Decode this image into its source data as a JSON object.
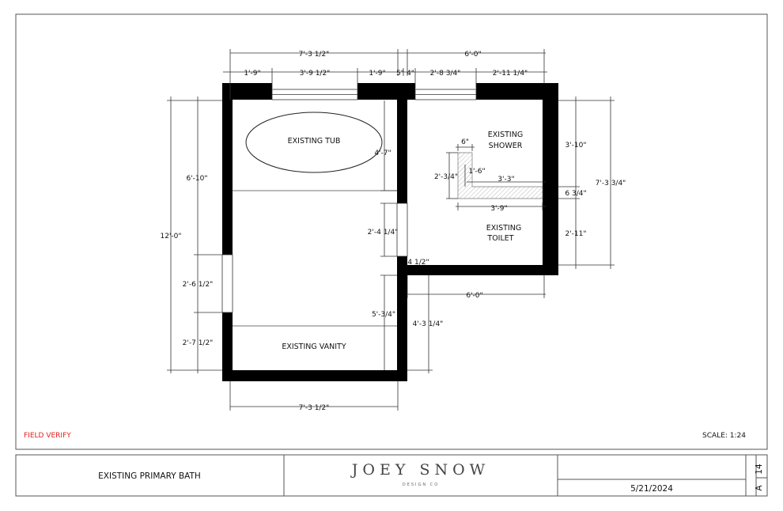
{
  "rooms": {
    "tub": "EXISTING TUB",
    "shower_line1": "EXISTING",
    "shower_line2": "SHOWER",
    "toilet_line1": "EXISTING",
    "toilet_line2": "TOILET",
    "vanity": "EXISTING VANITY"
  },
  "dims": {
    "top_overall_left": "7'-3 1/2\"",
    "top_overall_right": "6'-0\"",
    "top_seg_1": "1'-9\"",
    "top_seg_2": "3'-9 1/2\"",
    "top_seg_3": "1'-9\"",
    "top_seg_4": "5\"",
    "top_seg_5": "4\"",
    "top_seg_6": "2'-8 3/4\"",
    "top_seg_7": "2'-11 1/4\"",
    "left_overall": "12'-0\"",
    "left_seg_1": "6'-10\"",
    "left_seg_2": "2'-6 1/2\"",
    "left_seg_3": "2'-7 1/2\"",
    "inner_4_7": "4'-7\"",
    "inner_2_4": "2'-4 1/4\"",
    "inner_4_half": "4 1/2\"",
    "inner_5_3_4": "5'-3/4\"",
    "inner_4_3": "4'-3 1/4\"",
    "shower_6": "6\"",
    "shower_2_3_4": "2'-3/4\"",
    "shower_1_6": "1'-6\"",
    "shower_3_3": "3'-3\"",
    "shower_3_9": "3'-9\"",
    "right_3_10": "3'-10\"",
    "right_6_3_4": "6 3/4\"",
    "right_2_11": "2'-11\"",
    "right_overall": "7'-3 3/4\"",
    "bottom_right": "6'-0\"",
    "bottom_overall": "7'-3 1/2\""
  },
  "notes": {
    "field_verify": "FIELD VERIFY",
    "scale": "SCALE: 1:24"
  },
  "title_block": {
    "sheet_title": "EXISTING PRIMARY BATH",
    "brand": "JOEY SNOW",
    "brand_sub": "DESIGN CO",
    "date": "5/21/2024",
    "sheet_number": "14",
    "sheet_letter": "A"
  },
  "colors": {
    "wall": "#000000",
    "field_verify": "#e0201e",
    "line": "#333333"
  }
}
